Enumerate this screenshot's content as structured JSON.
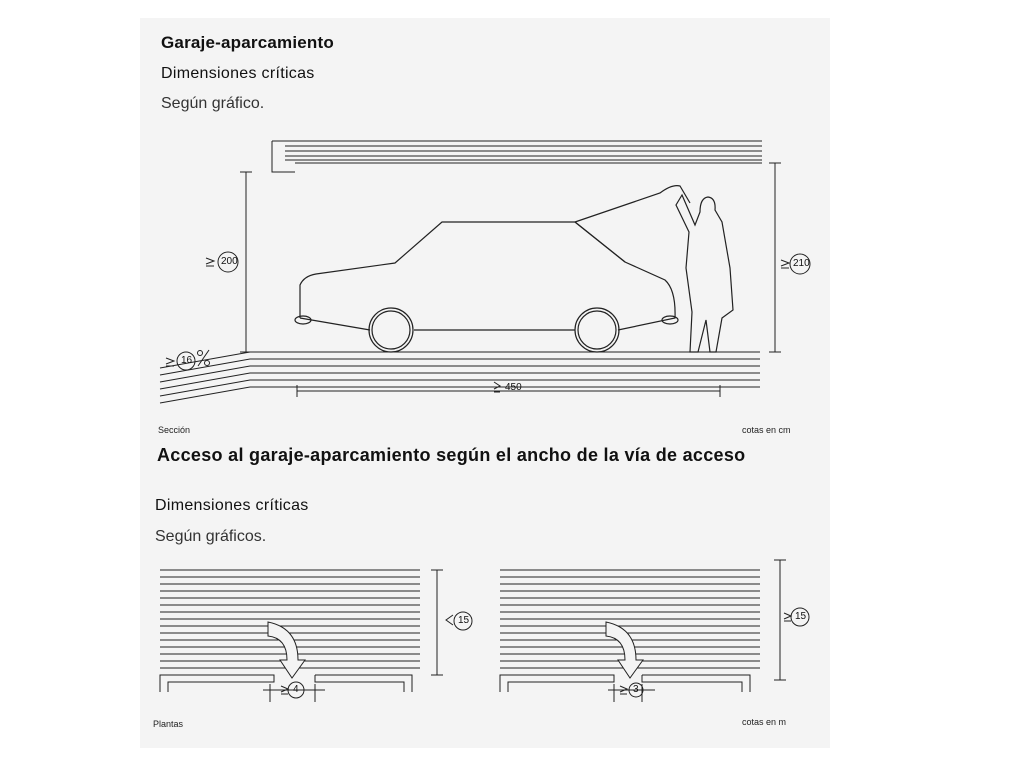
{
  "section1": {
    "title": "Garaje-aparcamiento",
    "subtitle": "Dimensiones críticas",
    "text": "Según gráfico.",
    "caption_left": "Sección",
    "caption_right": "cotas en cm",
    "dims": {
      "height_left": "200",
      "height_right": "210",
      "length": "450",
      "slope": "16"
    }
  },
  "section2": {
    "title": "Acceso al garaje-aparcamiento según el ancho de la vía de acceso",
    "subtitle": "Dimensiones críticas",
    "text": "Según gráficos.",
    "caption_left": "Plantas",
    "caption_right": "cotas en m",
    "dims": {
      "road_left": "15",
      "road_right": "15",
      "door_left": "4",
      "door_right": "3"
    }
  }
}
